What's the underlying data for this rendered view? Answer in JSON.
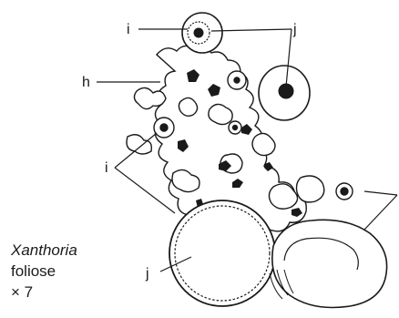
{
  "labels": {
    "i": "i",
    "j": "j",
    "h": "h"
  },
  "caption": {
    "genus": "Xanthoria",
    "form": "foliose",
    "magnification": "× 7"
  }
}
